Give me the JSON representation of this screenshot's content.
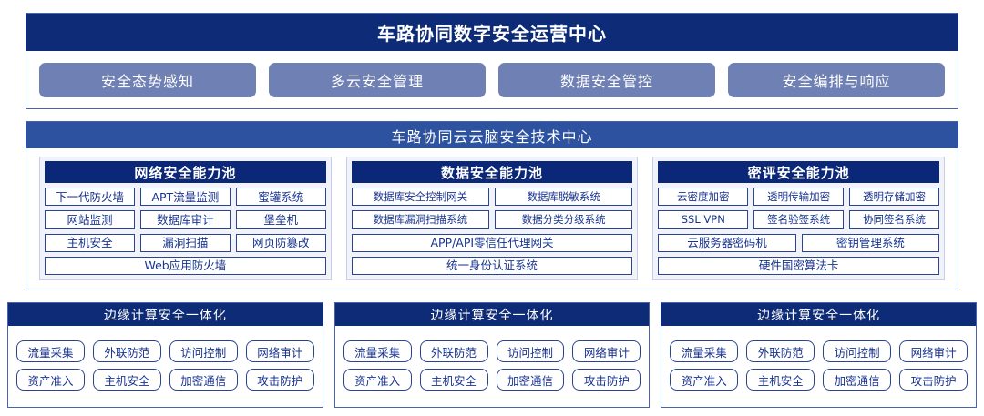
{
  "diagram": {
    "title": "车路协同数字安全运营中心"
  },
  "section_ops": {
    "title": "车路协同数字安全运营中心",
    "capabilities": [
      "安全态势感知",
      "多云安全管理",
      "数据安全管控",
      "安全编排与响应"
    ]
  },
  "section_cloud": {
    "title": "车路协同云云脑安全技术中心",
    "pools": [
      {
        "name": "网络安全能力池",
        "rows": [
          [
            "下一代防火墙",
            "APT流量监测",
            "蜜罐系统"
          ],
          [
            "网站监测",
            "数据库审计",
            "堡垒机"
          ],
          [
            "主机安全",
            "漏洞扫描",
            "网页防篡改"
          ],
          [
            "Web应用防火墙"
          ]
        ]
      },
      {
        "name": "数据安全能力池",
        "rows": [
          [
            "数据库安全控制网关",
            "数据库脱敏系统"
          ],
          [
            "数据库漏洞扫描系统",
            "数据分类分级系统"
          ],
          [
            "APP/API零信任代理网关"
          ],
          [
            "统一身份认证系统"
          ]
        ]
      },
      {
        "name": "密评安全能力池",
        "rows": [
          [
            "云密度加密",
            "透明传输加密",
            "透明存储加密"
          ],
          [
            "SSL VPN",
            "签名验签系统",
            "协同签名系统"
          ],
          [
            "云服务器密码机",
            "密钥管理系统"
          ],
          [
            "硬件国密算法卡"
          ]
        ]
      }
    ]
  },
  "section_edge": {
    "panels": [
      {
        "title": "边缘计算安全一体化",
        "rows": [
          [
            "流量采集",
            "外联防范",
            "访问控制",
            "网络审计"
          ],
          [
            "资产准入",
            "主机安全",
            "加密通信",
            "攻击防护"
          ]
        ]
      },
      {
        "title": "边缘计算安全一体化",
        "rows": [
          [
            "流量采集",
            "外联防范",
            "访问控制",
            "网络审计"
          ],
          [
            "资产准入",
            "主机安全",
            "加密通信",
            "攻击防护"
          ]
        ]
      },
      {
        "title": "边缘计算安全一体化",
        "rows": [
          [
            "流量采集",
            "外联防范",
            "访问控制",
            "网络审计"
          ],
          [
            "资产准入",
            "主机安全",
            "加密通信",
            "攻击防护"
          ]
        ]
      }
    ]
  },
  "colors": {
    "navy": "#0d2b76",
    "blue": "#2d52a0",
    "pool_header": "#0b2878",
    "lavender_pill": "#6e80b4",
    "cell_border": "#2a4494",
    "cell_text": "#17338f",
    "pool_bg": "#f2f3fa",
    "frame_border": "#4a63ad"
  }
}
